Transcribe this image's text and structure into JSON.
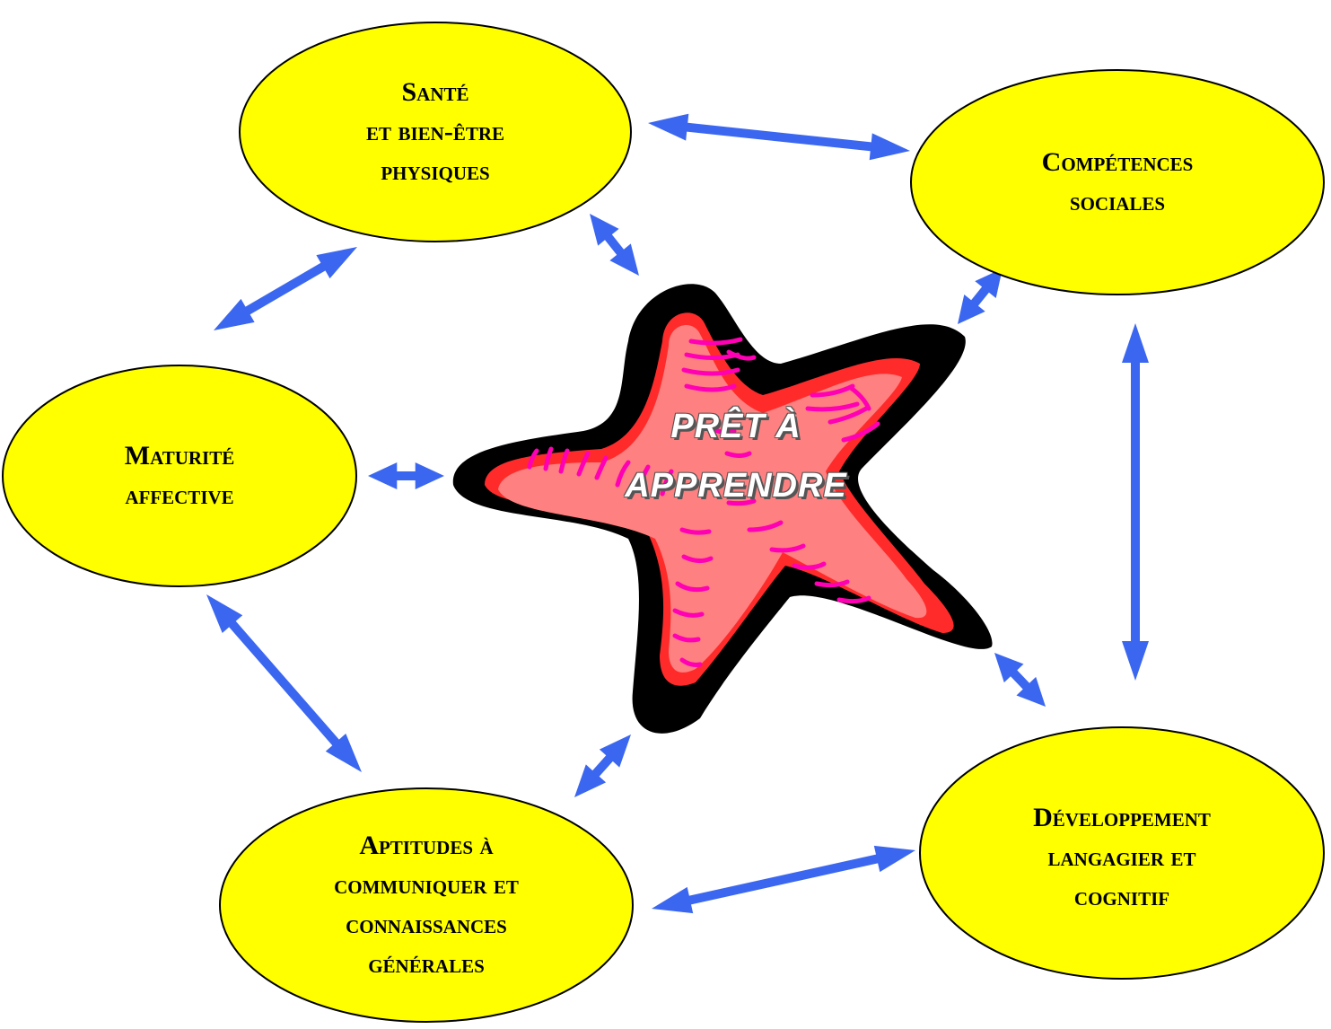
{
  "colors": {
    "ellipse_fill": "#FFFF00",
    "ellipse_stroke": "#000000",
    "arrow": "#3B67F0",
    "star_outline": "#000000",
    "star_red": "#FF2B2B",
    "star_pink": "#FF8080",
    "star_marks": "#FF00B4"
  },
  "center": {
    "icon": "starfish-icon",
    "lines": [
      "PRÊT À",
      "APPRENDRE"
    ]
  },
  "nodes": [
    {
      "id": "sante",
      "lines": [
        "Santé",
        "et bien-être",
        "physiques"
      ]
    },
    {
      "id": "competences",
      "lines": [
        "Compétences",
        "sociales"
      ]
    },
    {
      "id": "maturite",
      "lines": [
        "Maturité",
        "affective"
      ]
    },
    {
      "id": "aptitudes",
      "lines": [
        "Aptitudes à",
        "communiquer et",
        "connaissances",
        "générales"
      ]
    },
    {
      "id": "developpement",
      "lines": [
        "Développement",
        "langagier et",
        "cognitif"
      ]
    }
  ],
  "connections": [
    {
      "from": "sante",
      "to": "competences",
      "type": "bidirectional"
    },
    {
      "from": "sante",
      "to": "maturite",
      "type": "bidirectional"
    },
    {
      "from": "sante",
      "to": "center",
      "type": "bidirectional"
    },
    {
      "from": "competences",
      "to": "center",
      "type": "bidirectional"
    },
    {
      "from": "competences",
      "to": "developpement",
      "type": "bidirectional"
    },
    {
      "from": "maturite",
      "to": "center",
      "type": "bidirectional"
    },
    {
      "from": "maturite",
      "to": "aptitudes",
      "type": "bidirectional"
    },
    {
      "from": "aptitudes",
      "to": "center",
      "type": "bidirectional"
    },
    {
      "from": "aptitudes",
      "to": "developpement",
      "type": "bidirectional"
    },
    {
      "from": "developpement",
      "to": "center",
      "type": "bidirectional"
    }
  ]
}
